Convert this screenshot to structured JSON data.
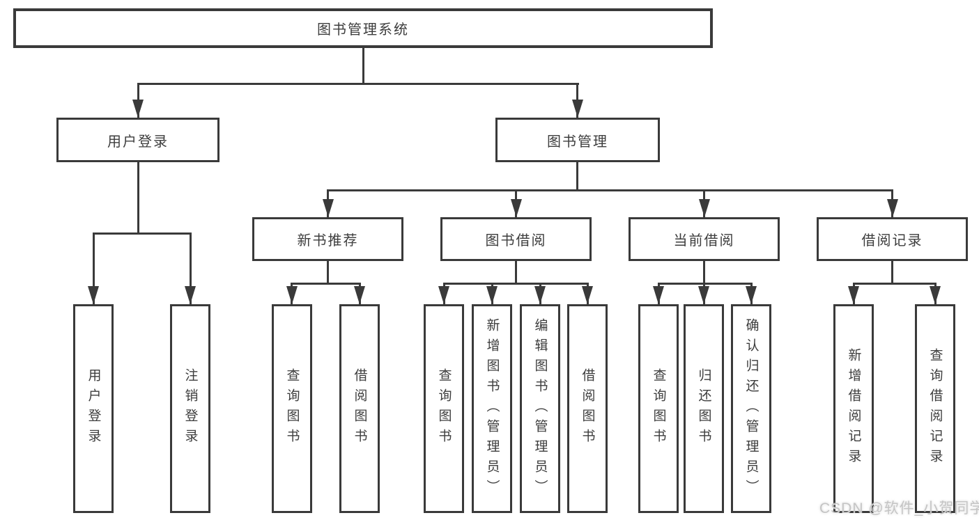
{
  "colors": {
    "line": "#3a3a3a",
    "text": "#3d3d3d",
    "background": "#ffffff",
    "watermark": "#c4c4c4"
  },
  "watermark": {
    "text": "CSDN @软件_小贺同学"
  },
  "tree": {
    "root": {
      "label": "图书管理系统",
      "children": [
        {
          "label": "用户登录",
          "children": [
            {
              "label": "用户登录"
            },
            {
              "label": "注销登录"
            }
          ]
        },
        {
          "label": "图书管理",
          "children": [
            {
              "label": "新书推荐",
              "children": [
                {
                  "label": "查询图书"
                },
                {
                  "label": "借阅图书"
                }
              ]
            },
            {
              "label": "图书借阅",
              "children": [
                {
                  "label": "查询图书"
                },
                {
                  "label": "新增图书（管理员）"
                },
                {
                  "label": "编辑图书（管理员）"
                },
                {
                  "label": "借阅图书"
                }
              ]
            },
            {
              "label": "当前借阅",
              "children": [
                {
                  "label": "查询图书"
                },
                {
                  "label": "归还图书"
                },
                {
                  "label": "确认归还（管理员）"
                }
              ]
            },
            {
              "label": "借阅记录",
              "children": [
                {
                  "label": "新增借阅记录"
                },
                {
                  "label": "查询借阅记录"
                }
              ]
            }
          ]
        }
      ]
    }
  }
}
